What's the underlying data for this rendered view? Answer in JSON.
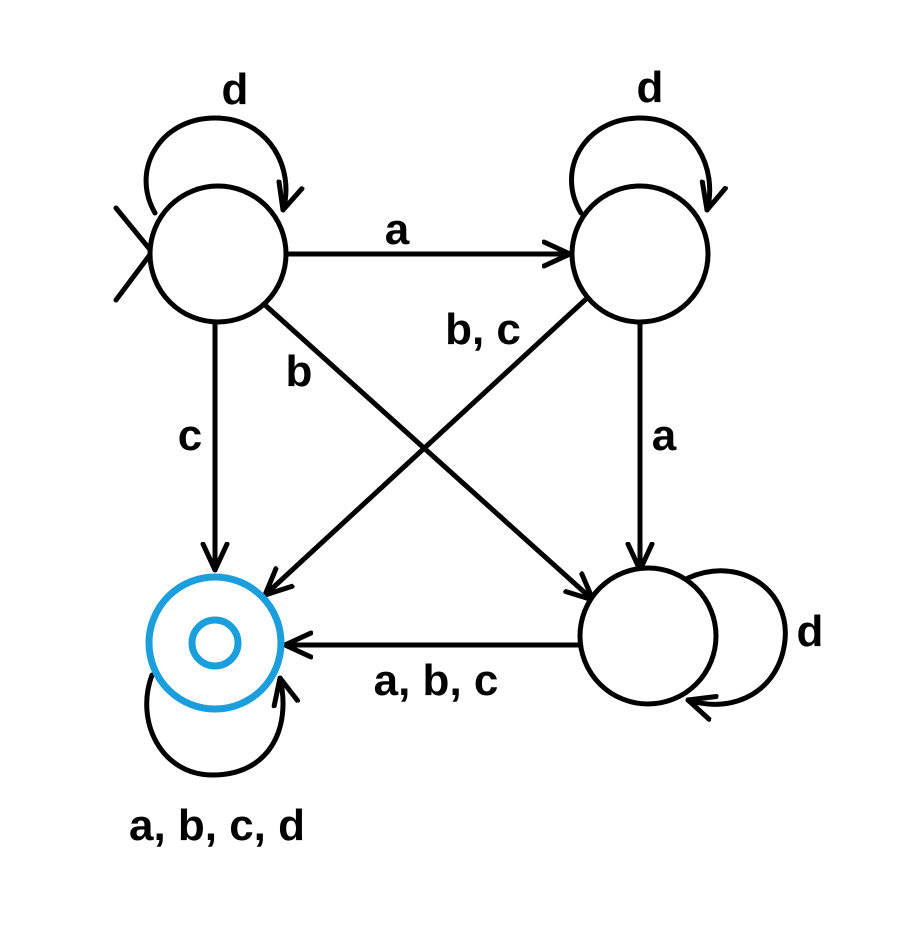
{
  "diagram": {
    "type": "finite-state-automaton",
    "colors": {
      "stroke": "#000000",
      "accept_state": "#1a9fdc",
      "background": "#ffffff"
    },
    "states": [
      {
        "id": "top-left",
        "initial": true,
        "accepting": false
      },
      {
        "id": "top-right",
        "initial": false,
        "accepting": false
      },
      {
        "id": "bottom-left",
        "initial": false,
        "accepting": true
      },
      {
        "id": "bottom-right",
        "initial": false,
        "accepting": false
      }
    ],
    "transitions": [
      {
        "from": "top-left",
        "to": "top-left",
        "label": "d"
      },
      {
        "from": "top-right",
        "to": "top-right",
        "label": "d"
      },
      {
        "from": "bottom-right",
        "to": "bottom-right",
        "label": "d"
      },
      {
        "from": "bottom-left",
        "to": "bottom-left",
        "label": "a, b, c, d"
      },
      {
        "from": "top-left",
        "to": "top-right",
        "label": "a"
      },
      {
        "from": "top-left",
        "to": "bottom-left",
        "label": "c"
      },
      {
        "from": "top-left",
        "to": "bottom-right",
        "label": "b"
      },
      {
        "from": "top-right",
        "to": "bottom-left",
        "label": "b, c"
      },
      {
        "from": "top-right",
        "to": "bottom-right",
        "label": "a"
      },
      {
        "from": "bottom-right",
        "to": "bottom-left",
        "label": "a, b, c"
      }
    ]
  }
}
